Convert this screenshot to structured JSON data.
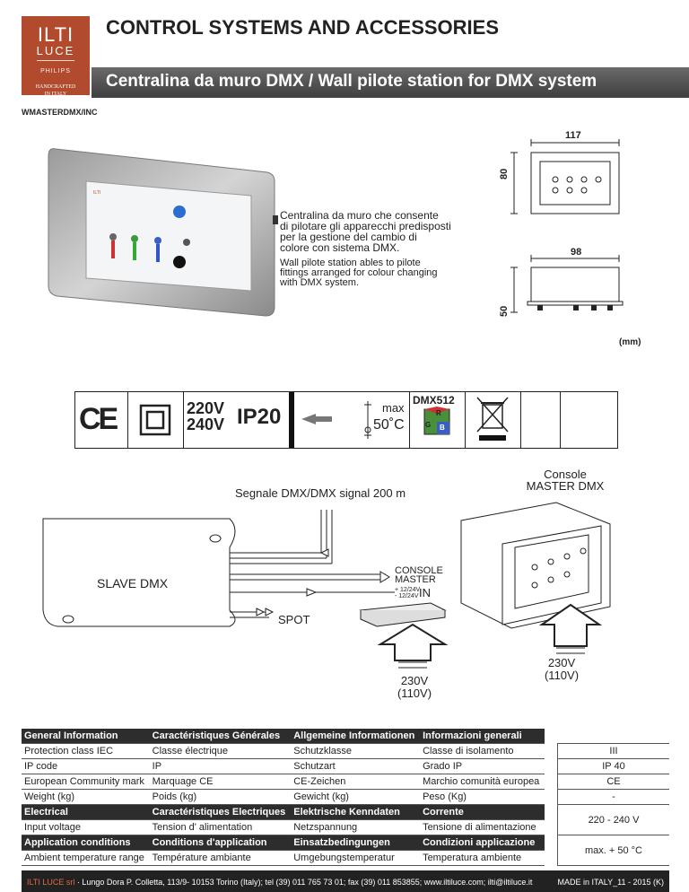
{
  "header": {
    "logo_line1": "ILTI",
    "logo_line2": "LUCE",
    "logo_line3": "PHILIPS",
    "logo_line4": "HANDCRAFTED",
    "logo_line5": "IN ITALY",
    "title": "CONTROL SYSTEMS AND ACCESSORIES",
    "subtitle": "Centralina da muro DMX / Wall pilote station for DMX system",
    "product_code": "WMASTERDMX/INC"
  },
  "description": {
    "it_lines": [
      "Centralina da muro che consente",
      "di pilotare gli apparecchi predisposti",
      "per la gestione del cambio di",
      "colore con sistema DMX."
    ],
    "en_lines": [
      "Wall pilote station ables to pilote",
      "fittings arranged for colour changing",
      "with DMX system."
    ]
  },
  "dimensions": {
    "front_width": "117",
    "front_height": "80",
    "side_width": "98",
    "side_height": "50",
    "unit": "(mm)"
  },
  "icons": {
    "ce": "CE",
    "voltage_1": "220V",
    "voltage_2": "240V",
    "ip": "IP20",
    "max": "max",
    "temp": "50˚C",
    "dmx": "DMX512",
    "rgb_r": "R",
    "rgb_g": "G",
    "rgb_b": "B"
  },
  "diagram": {
    "console_title_1": "Console",
    "console_title_2": "MASTER DMX",
    "signal": "Segnale DMX/DMX signal 200 m",
    "slave": "SLAVE DMX",
    "console_master_1": "CONSOLE",
    "console_master_2": "MASTER",
    "plus_v": "+ 12/24V",
    "minus_v": "- 12/24V",
    "in": "IN",
    "spot": "SPOT",
    "v230_a": "230V",
    "v110_a": "(110V)",
    "v230_b": "230V",
    "v110_b": "(110V)"
  },
  "table": {
    "sections": [
      {
        "headers": [
          "General Information",
          "Caractéristiques Générales",
          "Allgemeine Informationen",
          "Informazioni generali"
        ],
        "rows": [
          [
            "Protection class IEC",
            "Classe électrique",
            "Schutzklasse",
            "Classe di isolamento",
            "III"
          ],
          [
            "IP code",
            "IP",
            "Schutzart",
            "Grado IP",
            "IP 40"
          ],
          [
            "European Community mark",
            "Marquage CE",
            "CE-Zeichen",
            "Marchio comunità europea",
            "CE"
          ],
          [
            "Weight (kg)",
            "Poids (kg)",
            "Gewicht (kg)",
            "Peso (Kg)",
            "-"
          ]
        ]
      },
      {
        "headers": [
          "Electrical",
          "Caractéristiques Electriques",
          "Elektrische Kenndaten",
          "Corrente"
        ],
        "rows": [
          [
            "Input voltage",
            "Tension d' alimentation",
            "Netzspannung",
            "Tensione di alimentazione",
            "220 - 240 V"
          ]
        ]
      },
      {
        "headers": [
          "Application conditions",
          "Conditions d'application",
          "Einsatzbedingungen",
          "Condizioni applicazione"
        ],
        "rows": [
          [
            "Ambient temperature range",
            "Température ambiante",
            "Umgebungstemperatur",
            "Temperatura ambiente",
            "max. + 50 °C"
          ]
        ]
      }
    ]
  },
  "footer": {
    "brand": "ILTI LUCE srl",
    "address": " · Lungo Dora P. Colletta, 113/9- 10153 Torino (Italy); tel (39) 011 765 73 01; fax (39) 011 853855; www.iltiluce.com; ilti@iltiluce.it",
    "made_in": "MADE in ITALY_11 - 2015 (K)"
  }
}
